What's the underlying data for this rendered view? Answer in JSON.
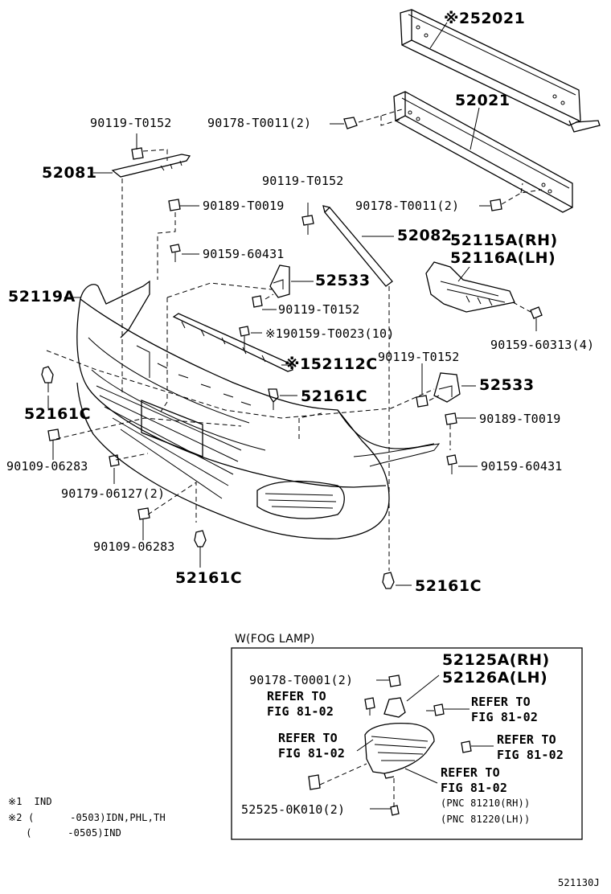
{
  "labels": {
    "p52021_top": "※252021",
    "p52021": "52021",
    "b90119_a": "90119-T0152",
    "b90178_a": "90178-T0011(2)",
    "p52081": "52081",
    "b90119_b": "90119-T0152",
    "b90189_a": "90189-T0019",
    "b90178_b": "90178-T0011(2)",
    "p52082": "52082",
    "b90159_a": "90159-60431",
    "p52115": "52115A(RH)",
    "p52116": "52116A(LH)",
    "p52119": "52119A",
    "p52533_a": "52533",
    "b90119_c": "90119-T0152",
    "b90159_t": "※190159-T0023(10)",
    "b90159_313": "90159-60313(4)",
    "p52112": "※152112C",
    "b90119_d": "90119-T0152",
    "p52161_a": "52161C",
    "p52533_b": "52533",
    "p52161_b": "52161C",
    "b90189_b": "90189-T0019",
    "b90109_a": "90109-06283",
    "b90159_b": "90159-60431",
    "b90179": "90179-06127(2)",
    "b90109_b": "90109-06283",
    "p52161_c": "52161C",
    "p52161_d": "52161C"
  },
  "inset": {
    "title": "W(FOG LAMP)",
    "p52125": "52125A(RH)",
    "p52126": "52126A(LH)",
    "b90178": "90178-T0001(2)",
    "refer1_a": "REFER TO",
    "refer1_b": "FIG 81-02",
    "refer2_a": "REFER TO",
    "refer2_b": "FIG 81-02",
    "refer3_a": "REFER TO",
    "refer3_b": "FIG 81-02",
    "refer4_a": "REFER TO",
    "refer4_b": "FIG 81-02",
    "refer5_a": "REFER TO",
    "refer5_b": "FIG 81-02",
    "pnc1": "(PNC 81210(RH))",
    "pnc2": "(PNC 81220(LH))",
    "p52525": "52525-0K010(2)"
  },
  "notes": {
    "n1": "※1  IND",
    "n2": "※2 (      -0503)IDN,PHL,TH",
    "n3": "   (      -0505)IND"
  },
  "footer": {
    "code": "521130J"
  }
}
